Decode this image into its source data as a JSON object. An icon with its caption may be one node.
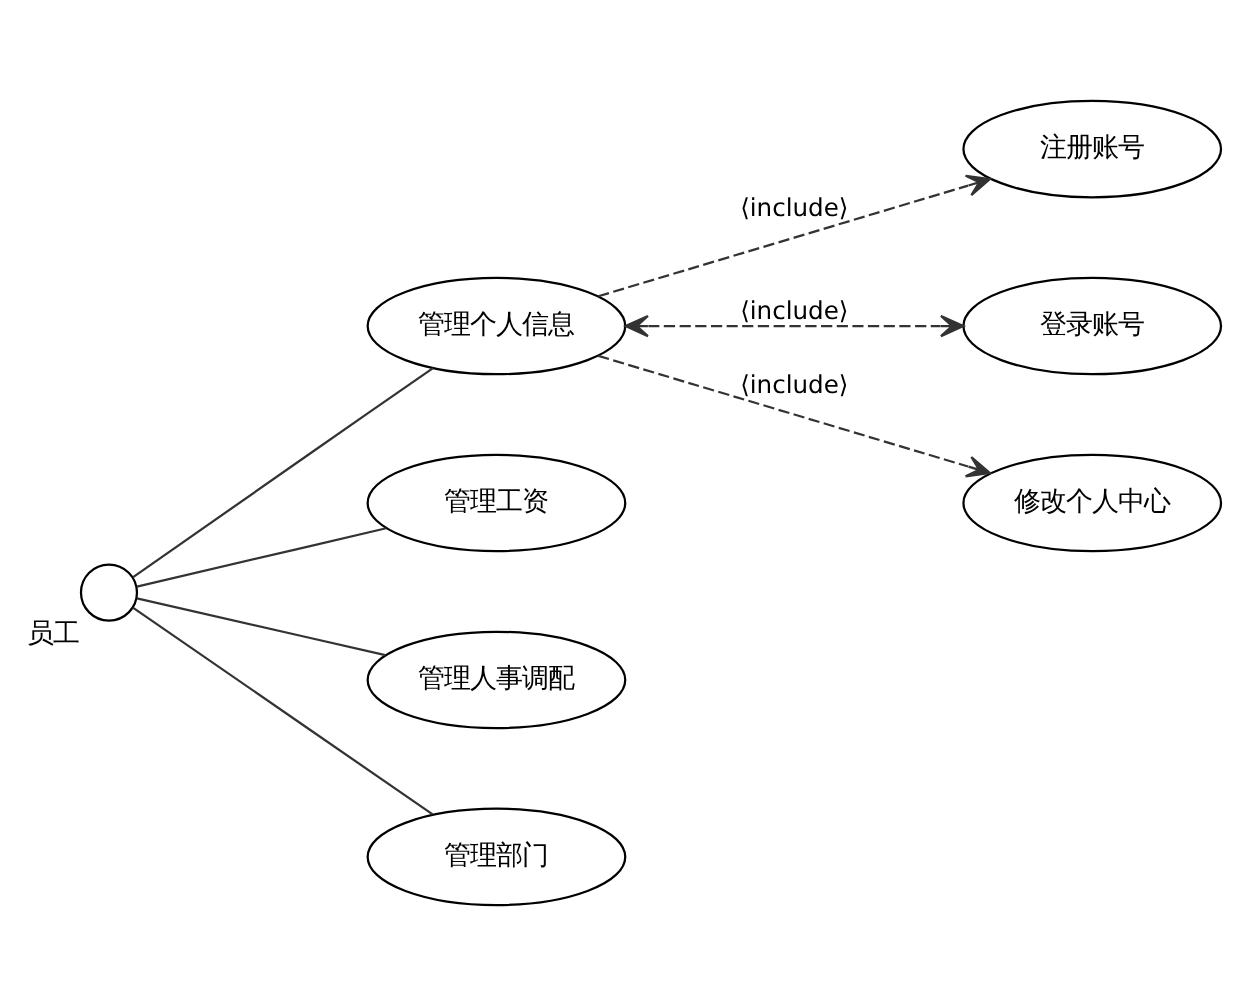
{
  "diagram": {
    "nodes": [
      {
        "text": [],
        "shape": "person",
        "beside": [
          "员工"
        ]
      },
      {
        "text": [
          "管理个人信息"
        ]
      },
      {
        "text": [
          "管理工资"
        ]
      },
      {
        "text": [
          "管理人事调配"
        ]
      },
      {
        "text": [
          "管理部门"
        ]
      },
      {
        "text": [
          "注册账号"
        ]
      },
      {
        "text": [
          "登录账号"
        ]
      },
      {
        "text": [
          "修改个人中心"
        ]
      }
    ],
    "edges": [
      {
        "from": 0,
        "to": 1,
        "arrow": "none"
      },
      {
        "from": 0,
        "to": 2,
        "arrow": "none"
      },
      {
        "from": 0,
        "to": 3,
        "arrow": "none"
      },
      {
        "from": 0,
        "to": 4,
        "arrow": "none"
      },
      {
        "from": 1,
        "to": 5,
        "arrow": "to",
        "style": "dashed",
        "label": "⟨include⟩"
      },
      {
        "from": 1,
        "to": 6,
        "arrow": "both",
        "style": "dashed",
        "label": "⟨include⟩"
      },
      {
        "from": 1,
        "to": 7,
        "arrow": "to",
        "style": "dashed",
        "label": "⟨include⟩"
      }
    ]
  }
}
